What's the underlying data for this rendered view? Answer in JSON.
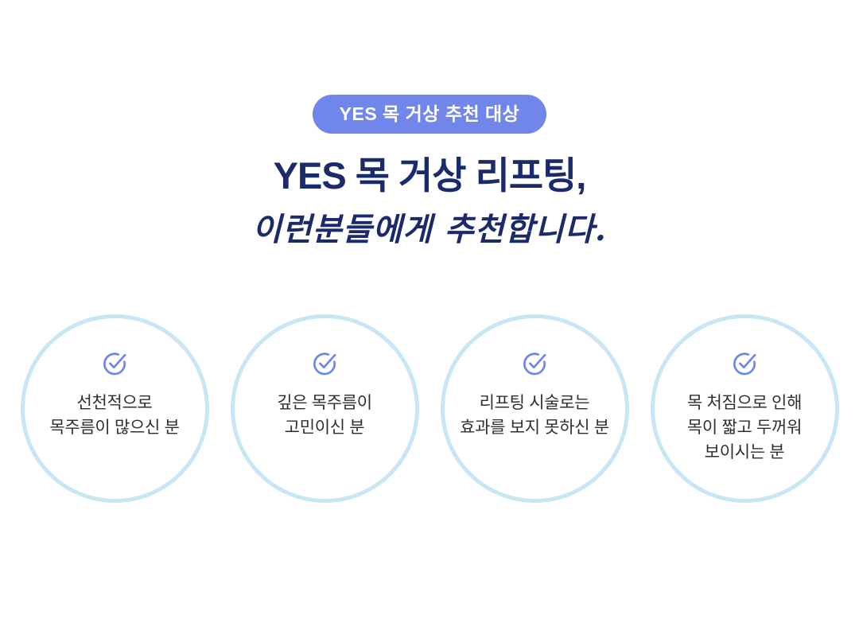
{
  "page": {
    "background": "#ffffff"
  },
  "badge": {
    "label": "YES 목 거상 추천 대상",
    "bg": "#7186ea",
    "text_color": "#ffffff"
  },
  "heading": {
    "title": "YES 목 거상 리프팅,",
    "subtitle": "이런분들에게 추천합니다.",
    "color": "#1b2a6b"
  },
  "cards": [
    {
      "icon": "check-circle",
      "text": "선천적으로\n목주름이 많으신 분"
    },
    {
      "icon": "check-circle",
      "text": "깊은 목주름이\n고민이신 분"
    },
    {
      "icon": "check-circle",
      "text": "리프팅 시술로는\n효과를 보지 못하신 분"
    },
    {
      "icon": "check-circle",
      "text": "목 처짐으로 인해\n목이 짧고 두꺼워\n보이시는 분"
    }
  ],
  "colors": {
    "circle_border": "#c8e6f4",
    "icon_blue": "#6d86ee",
    "body_text": "#2f2f2f"
  }
}
